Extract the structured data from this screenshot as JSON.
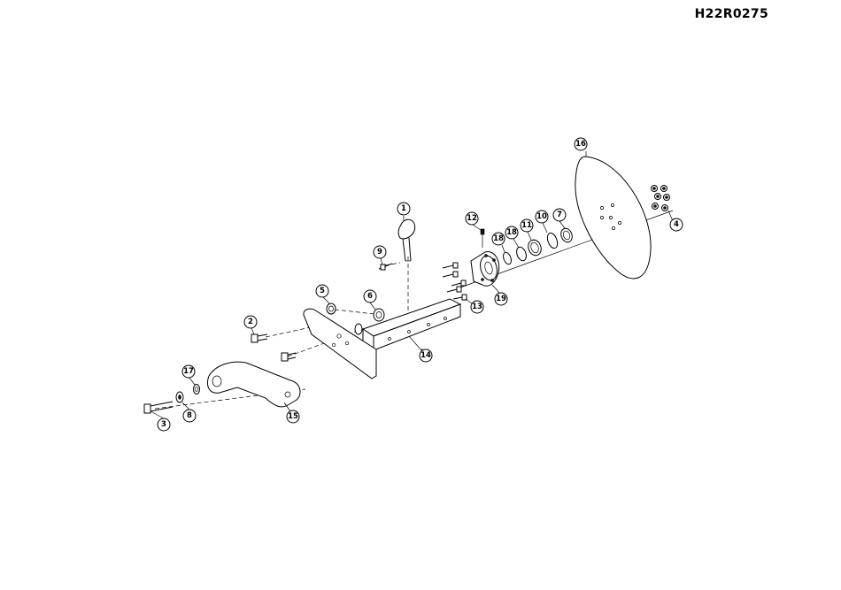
{
  "drawing": {
    "id": "H22R0275"
  },
  "callouts": [
    {
      "key": "c1",
      "label": "1"
    },
    {
      "key": "c2",
      "label": "2"
    },
    {
      "key": "c3",
      "label": "3"
    },
    {
      "key": "c4",
      "label": "4"
    },
    {
      "key": "c5",
      "label": "5"
    },
    {
      "key": "c6",
      "label": "6"
    },
    {
      "key": "c7",
      "label": "7"
    },
    {
      "key": "c8",
      "label": "8"
    },
    {
      "key": "c9",
      "label": "9"
    },
    {
      "key": "c10",
      "label": "10"
    },
    {
      "key": "c11",
      "label": "11"
    },
    {
      "key": "c12",
      "label": "12"
    },
    {
      "key": "c13",
      "label": "13"
    },
    {
      "key": "c14",
      "label": "14"
    },
    {
      "key": "c15",
      "label": "15"
    },
    {
      "key": "c16",
      "label": "16"
    },
    {
      "key": "c17",
      "label": "17"
    },
    {
      "key": "c18a",
      "label": "18"
    },
    {
      "key": "c18b",
      "label": "18"
    },
    {
      "key": "c19",
      "label": "19"
    }
  ]
}
